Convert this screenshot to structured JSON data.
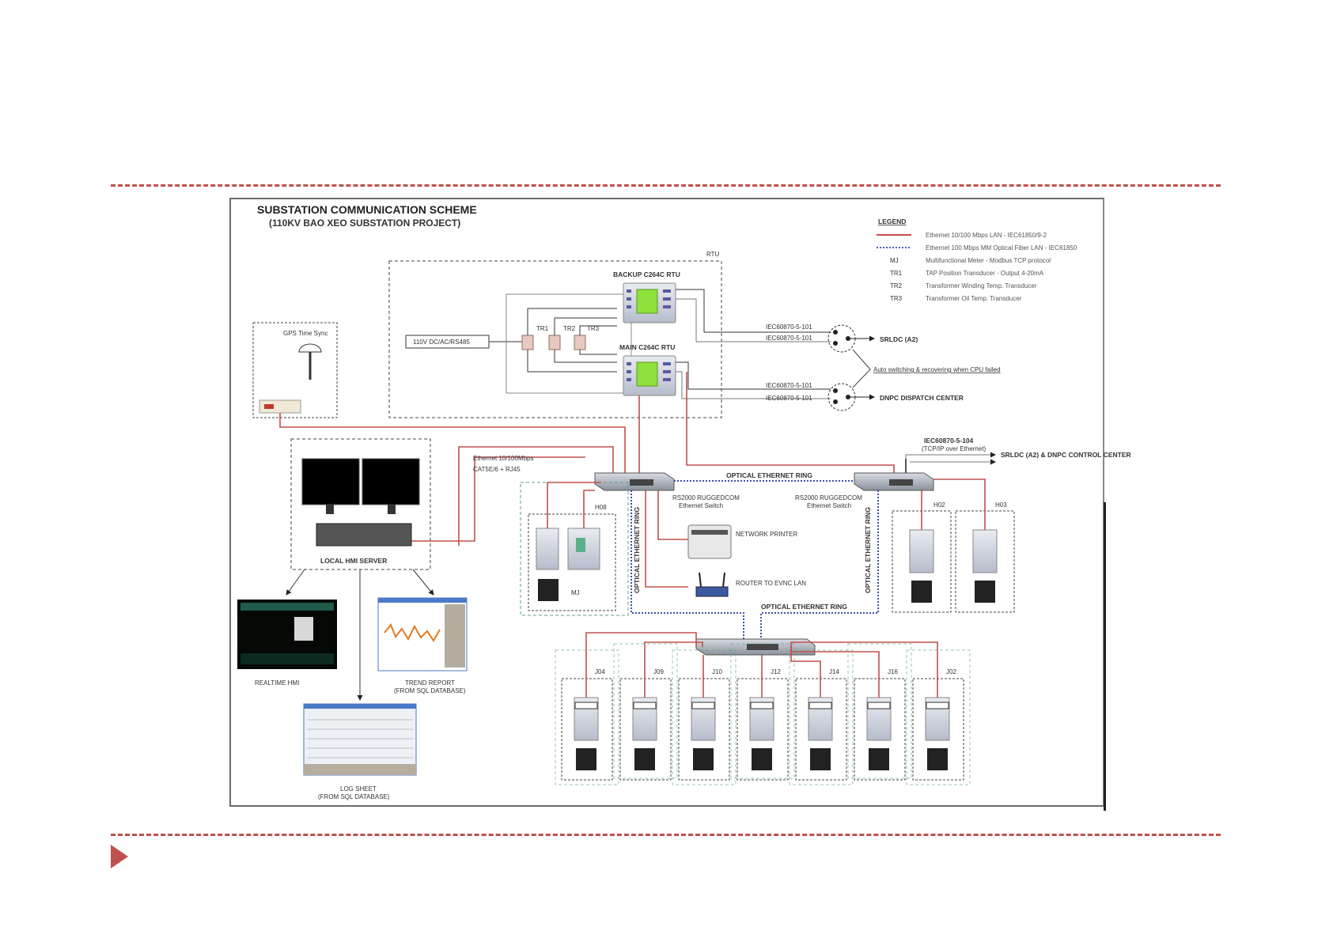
{
  "slide": {
    "accent_color": "#c0504d"
  },
  "diagram": {
    "title": "SUBSTATION COMMUNICATION SCHEME",
    "subtitle": "(110KV BAO XEO SUBSTATION PROJECT)",
    "legend": {
      "heading": "LEGEND",
      "items": [
        {
          "symbol": "red-line",
          "label": "Ethernet 10/100 Mbps LAN - IEC61850/9-2"
        },
        {
          "symbol": "blue-dotted-line",
          "label": "Ethernet 100 Mbps MM Optical Fiber LAN - IEC61850"
        },
        {
          "symbol": "MJ",
          "label": "Multifunctional Meter - Modbus TCP protocol"
        },
        {
          "symbol": "TR1",
          "label": "TAP Position Transducer - Output 4-20mA"
        },
        {
          "symbol": "TR2",
          "label": "Transformer Winding Temp. Transducer"
        },
        {
          "symbol": "TR3",
          "label": "Transformer Oil Temp. Transducer"
        }
      ]
    },
    "rtu_box_label": "RTU",
    "backup_rtu": "BACKUP C264C RTU",
    "main_rtu": "MAIN C264C RTU",
    "io_box": "110V DC/AC/RS485",
    "transducers": [
      "TR1",
      "TR2",
      "TR3"
    ],
    "gps": "GPS Time Sync",
    "protocol_links": [
      "IEC60870-5-101",
      "IEC60870-5-101",
      "IEC60870-5-101",
      "IEC60870-5-101"
    ],
    "dest_a": "SRLDC (A2)",
    "dest_b": "DNPC DISPATCH CENTER",
    "auto_switch_note": "Auto switching & recovering when CPU failed",
    "iec104_label": "IEC60870-5-104",
    "iec104_sub": "(TCP/IP over Ethernet)",
    "dest_c": "SRLDC (A2) & DNPC CONTROL CENTER",
    "server_link_top": "Ethernet 10/100Mbps",
    "server_link_bottom": "CAT5E/6 + RJ45",
    "switch_1": "RS2000 RUGGEDCOM",
    "switch_1_sub": "Ethernet Switch",
    "switch_2": "RS2000 RUGGEDCOM",
    "switch_2_sub": "Ethernet Switch",
    "optical_ring_top": "OPTICAL ETHERNET RING",
    "optical_ring_bottom": "OPTICAL ETHERNET RING",
    "optical_ring_left": "OPTICAL ETHERNET RING",
    "optical_ring_right": "OPTICAL ETHERNET RING",
    "printer": "NETWORK PRINTER",
    "router": "ROUTER TO EVNC LAN",
    "hmi_server": "LOCAL HMI SERVER",
    "realtime_hmi": "REALTIME HMI",
    "trend_report": "TREND REPORT",
    "trend_report_sub": "(FROM SQL DATABASE)",
    "log_sheet": "LOG SHEET",
    "log_sheet_sub": "(FROM SQL DATABASE)",
    "bay_upper_left": "H08",
    "bay_upper_left_meter": "MJ",
    "bays_upper_right": [
      "H02",
      "H03"
    ],
    "bays_bottom": [
      "J04",
      "J09",
      "J10",
      "J12",
      "J14",
      "J16",
      "J02"
    ]
  }
}
